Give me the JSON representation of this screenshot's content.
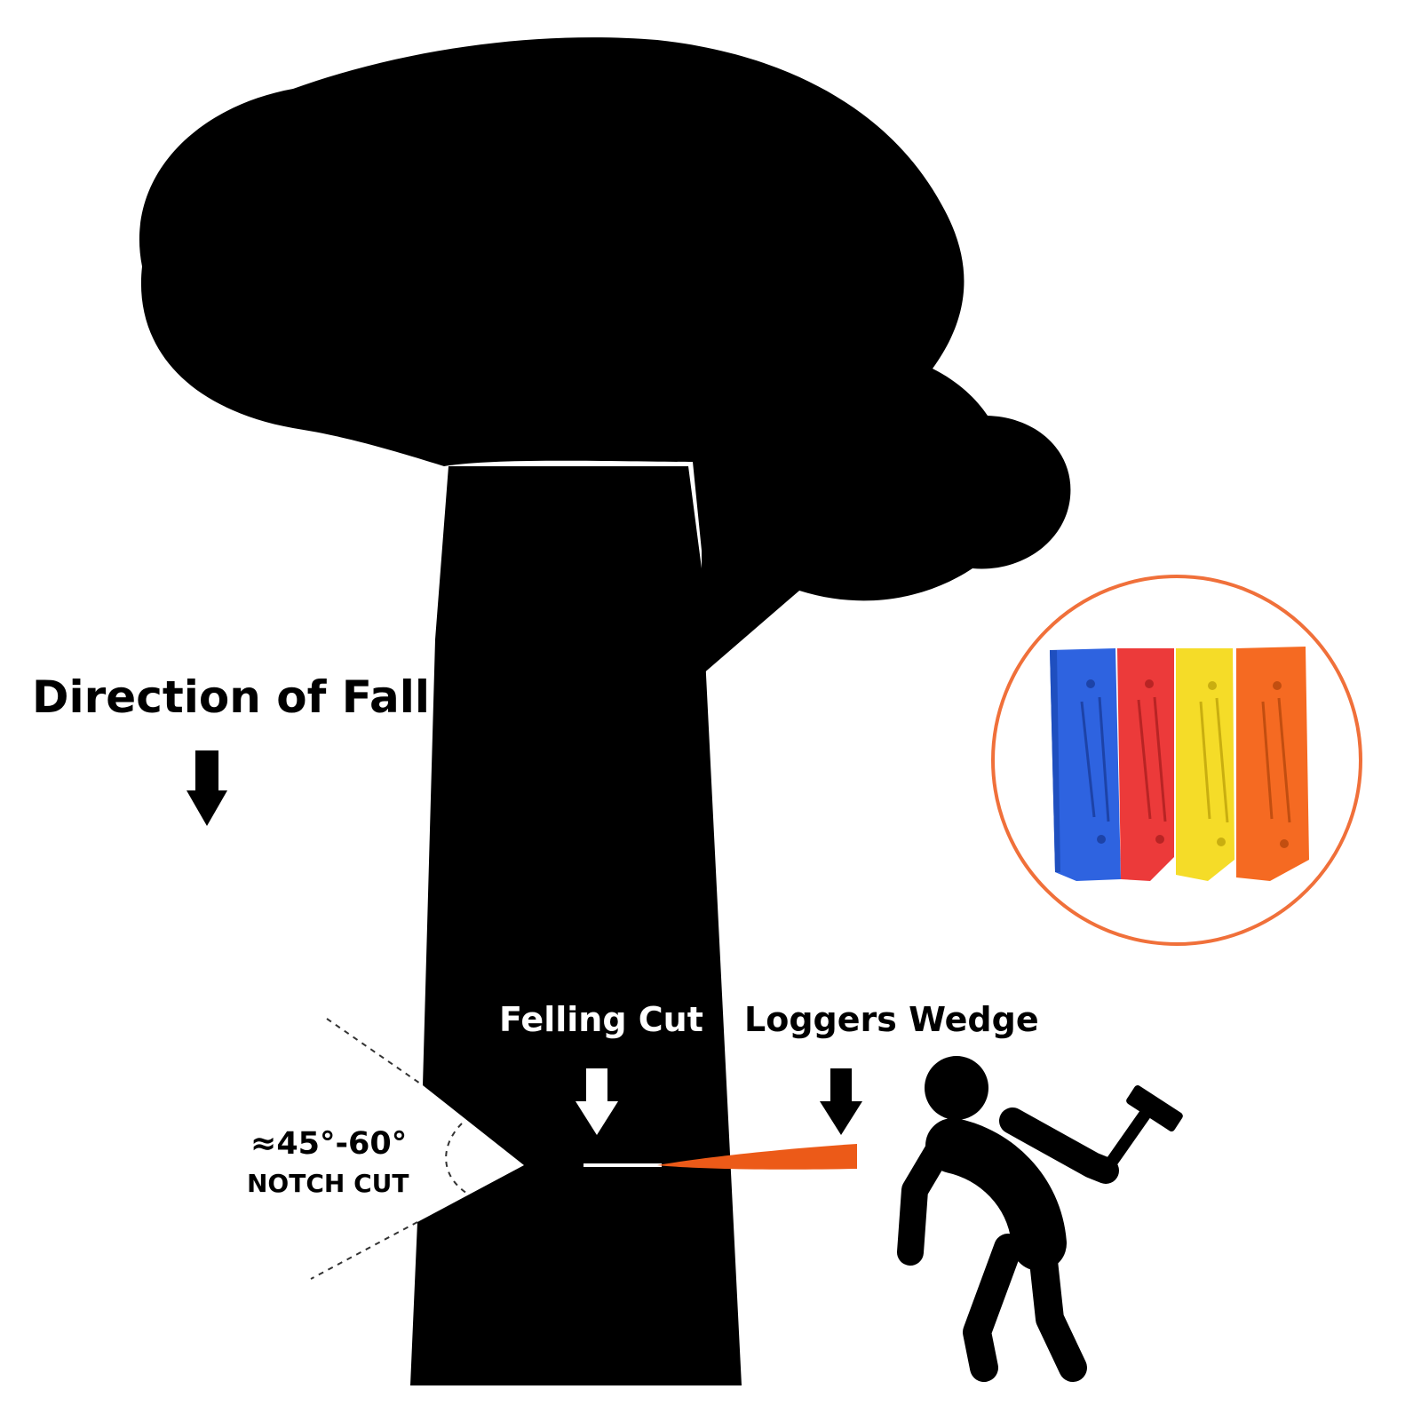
{
  "labels": {
    "direction_of_fall": "Direction of Fall",
    "felling_cut": "Felling Cut",
    "loggers_wedge": "Loggers Wedge",
    "notch_angle": "≈45°-60°",
    "notch_cut": "NOTCH CUT"
  },
  "colors": {
    "silhouette": "#000000",
    "background": "#ffffff",
    "inset_ring": "#f0703a",
    "wedge_orange": "#ec5a18",
    "wedge_blue": "#2e63e0",
    "wedge_red": "#ec3a3a",
    "wedge_yellow": "#f5dc28",
    "wedge_orange_product": "#f56a22"
  },
  "icons": [
    "down-arrow-icon",
    "down-arrow-icon",
    "down-arrow-icon",
    "person-with-hammer-icon",
    "tree-silhouette"
  ]
}
